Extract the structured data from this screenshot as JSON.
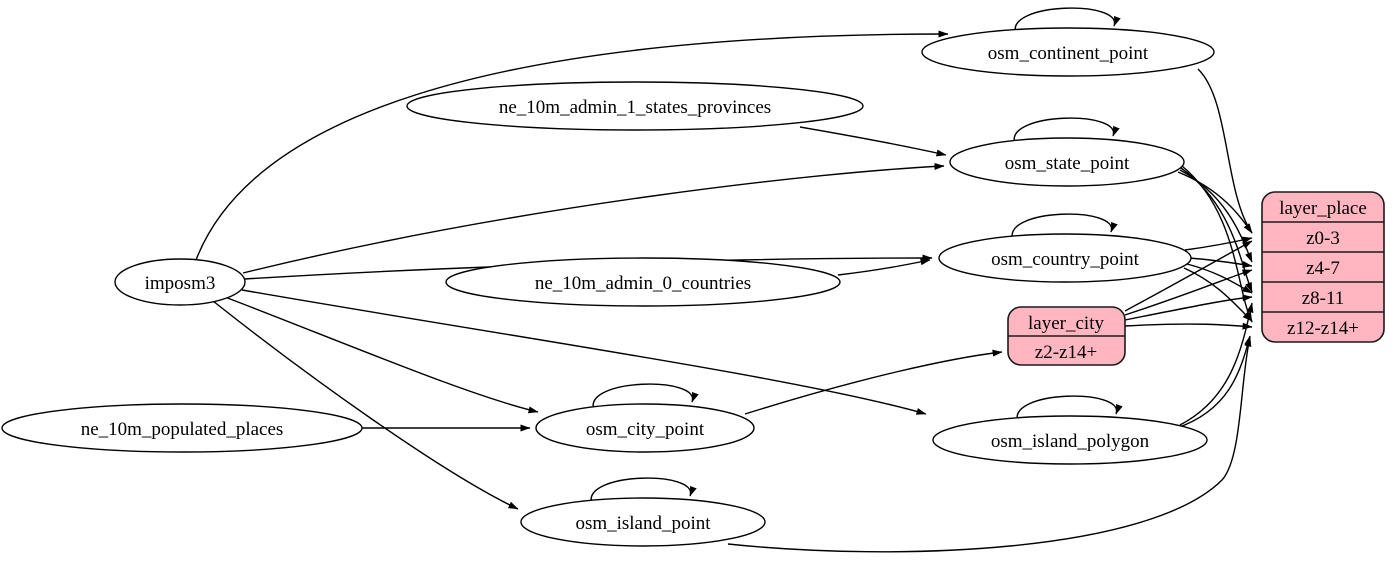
{
  "diagram": {
    "kind": "etl-graph",
    "nodes": {
      "imposm3": "imposm3",
      "ne_10m_admin_1_states_provinces": "ne_10m_admin_1_states_provinces",
      "ne_10m_admin_0_countries": "ne_10m_admin_0_countries",
      "ne_10m_populated_places": "ne_10m_populated_places",
      "osm_continent_point": "osm_continent_point",
      "osm_state_point": "osm_state_point",
      "osm_country_point": "osm_country_point",
      "osm_city_point": "osm_city_point",
      "osm_island_polygon": "osm_island_polygon",
      "osm_island_point": "osm_island_point"
    },
    "records": {
      "layer_city": {
        "title": "layer_city",
        "rows": [
          "z2-z14+"
        ]
      },
      "layer_place": {
        "title": "layer_place",
        "rows": [
          "z0-3",
          "z4-7",
          "z8-11",
          "z12-z14+"
        ]
      }
    },
    "colors": {
      "record_fill": "#ffb6c1",
      "ellipse_fill": "#ffffff",
      "stroke": "#000000"
    },
    "edges": [
      {
        "from": "imposm3",
        "to": "osm_continent_point"
      },
      {
        "from": "imposm3",
        "to": "osm_state_point"
      },
      {
        "from": "imposm3",
        "to": "osm_country_point"
      },
      {
        "from": "imposm3",
        "to": "osm_city_point"
      },
      {
        "from": "imposm3",
        "to": "osm_island_polygon"
      },
      {
        "from": "imposm3",
        "to": "osm_island_point"
      },
      {
        "from": "ne_10m_admin_1_states_provinces",
        "to": "osm_state_point"
      },
      {
        "from": "ne_10m_admin_0_countries",
        "to": "osm_country_point"
      },
      {
        "from": "ne_10m_populated_places",
        "to": "osm_city_point"
      },
      {
        "from": "osm_continent_point",
        "to": "osm_continent_point"
      },
      {
        "from": "osm_state_point",
        "to": "osm_state_point"
      },
      {
        "from": "osm_country_point",
        "to": "osm_country_point"
      },
      {
        "from": "osm_city_point",
        "to": "osm_city_point"
      },
      {
        "from": "osm_island_polygon",
        "to": "osm_island_polygon"
      },
      {
        "from": "osm_island_point",
        "to": "osm_island_point"
      },
      {
        "from": "osm_city_point",
        "to": "layer_city:z2-z14+"
      },
      {
        "from": "osm_continent_point",
        "to": "layer_place:z0-3"
      },
      {
        "from": "osm_state_point",
        "to": "layer_place:z0-3"
      },
      {
        "from": "osm_state_point",
        "to": "layer_place:z4-7"
      },
      {
        "from": "osm_state_point",
        "to": "layer_place:z8-11"
      },
      {
        "from": "osm_state_point",
        "to": "layer_place:z12-z14+"
      },
      {
        "from": "osm_country_point",
        "to": "layer_place:z0-3"
      },
      {
        "from": "osm_country_point",
        "to": "layer_place:z4-7"
      },
      {
        "from": "osm_country_point",
        "to": "layer_place:z8-11"
      },
      {
        "from": "osm_country_point",
        "to": "layer_place:z12-z14+"
      },
      {
        "from": "layer_city",
        "to": "layer_place:z0-3"
      },
      {
        "from": "layer_city",
        "to": "layer_place:z4-7"
      },
      {
        "from": "layer_city",
        "to": "layer_place:z8-11"
      },
      {
        "from": "layer_city",
        "to": "layer_place:z12-z14+"
      },
      {
        "from": "osm_island_polygon",
        "to": "layer_place:z8-11"
      },
      {
        "from": "osm_island_polygon",
        "to": "layer_place:z12-z14+"
      },
      {
        "from": "osm_island_point",
        "to": "layer_place:z12-z14+"
      }
    ]
  }
}
